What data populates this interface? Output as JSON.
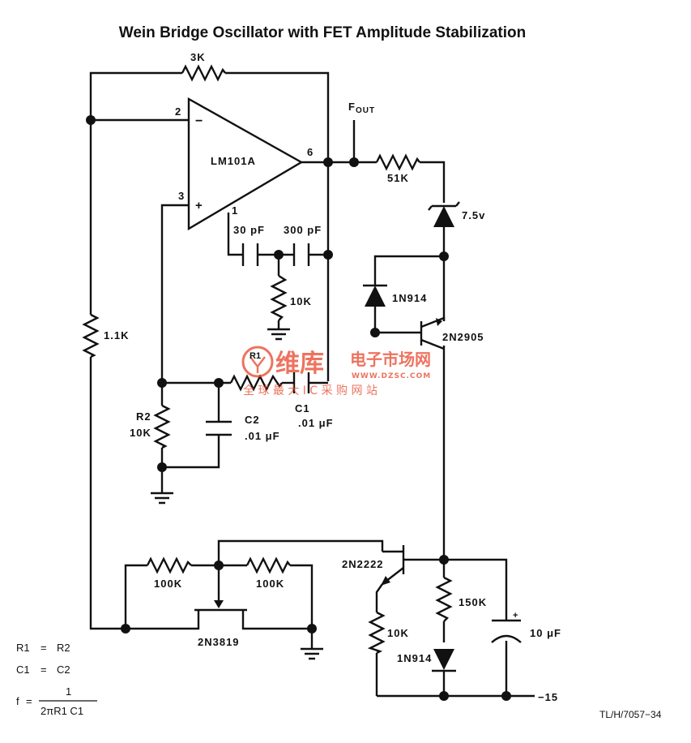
{
  "title": "Wein Bridge Oscillator with FET Amplitude Stabilization",
  "components": {
    "r_feedback": "3K",
    "opamp": "LM101A",
    "pin_inverting": "2",
    "pin_noninverting": "3",
    "pin_output": "6",
    "pin_comp": "1",
    "minus_sign": "−",
    "plus_sign": "+",
    "output_label_main": "F",
    "output_label_sub": "OUT",
    "c_30pf": "30 pF",
    "c_300pf": "300 pF",
    "r_10k_comp": "10K",
    "r_51k": "51K",
    "zener": "7.5v",
    "diode_1": "1N914",
    "pnp": "2N2905",
    "r_1_1k": "1.1K",
    "r1": "R1",
    "c1_name": "C1",
    "c1_value": ".01 μF",
    "r2_name": "R2",
    "r2_value": "10K",
    "c2_name": "C2",
    "c2_value": ".01 μF",
    "pot_left": "100K",
    "pot_right": "100K",
    "fet": "2N3819",
    "npn": "2N2222",
    "r_10k_emitter": "10K",
    "r_150k": "150K",
    "diode_2": "1N914",
    "cap_10uf": "10 μF",
    "cap_plus": "+",
    "supply": "−15"
  },
  "equations": {
    "eq1_left": "R1",
    "eq1_op": "=",
    "eq1_right": "R2",
    "eq2_left": "C1",
    "eq2_op": "=",
    "eq2_right": "C2",
    "eq3_left": "f",
    "eq3_op": "=",
    "eq3_num": "1",
    "eq3_den": "2πR1 C1"
  },
  "footer_code": "TL/H/7057−34",
  "watermark": {
    "brand": "维库",
    "tagline": "电子市场网",
    "url": "WWW.DZSC.COM",
    "slogan": "全 球 最 大 I C 采 购 网 站",
    "color": "#e8452a"
  }
}
